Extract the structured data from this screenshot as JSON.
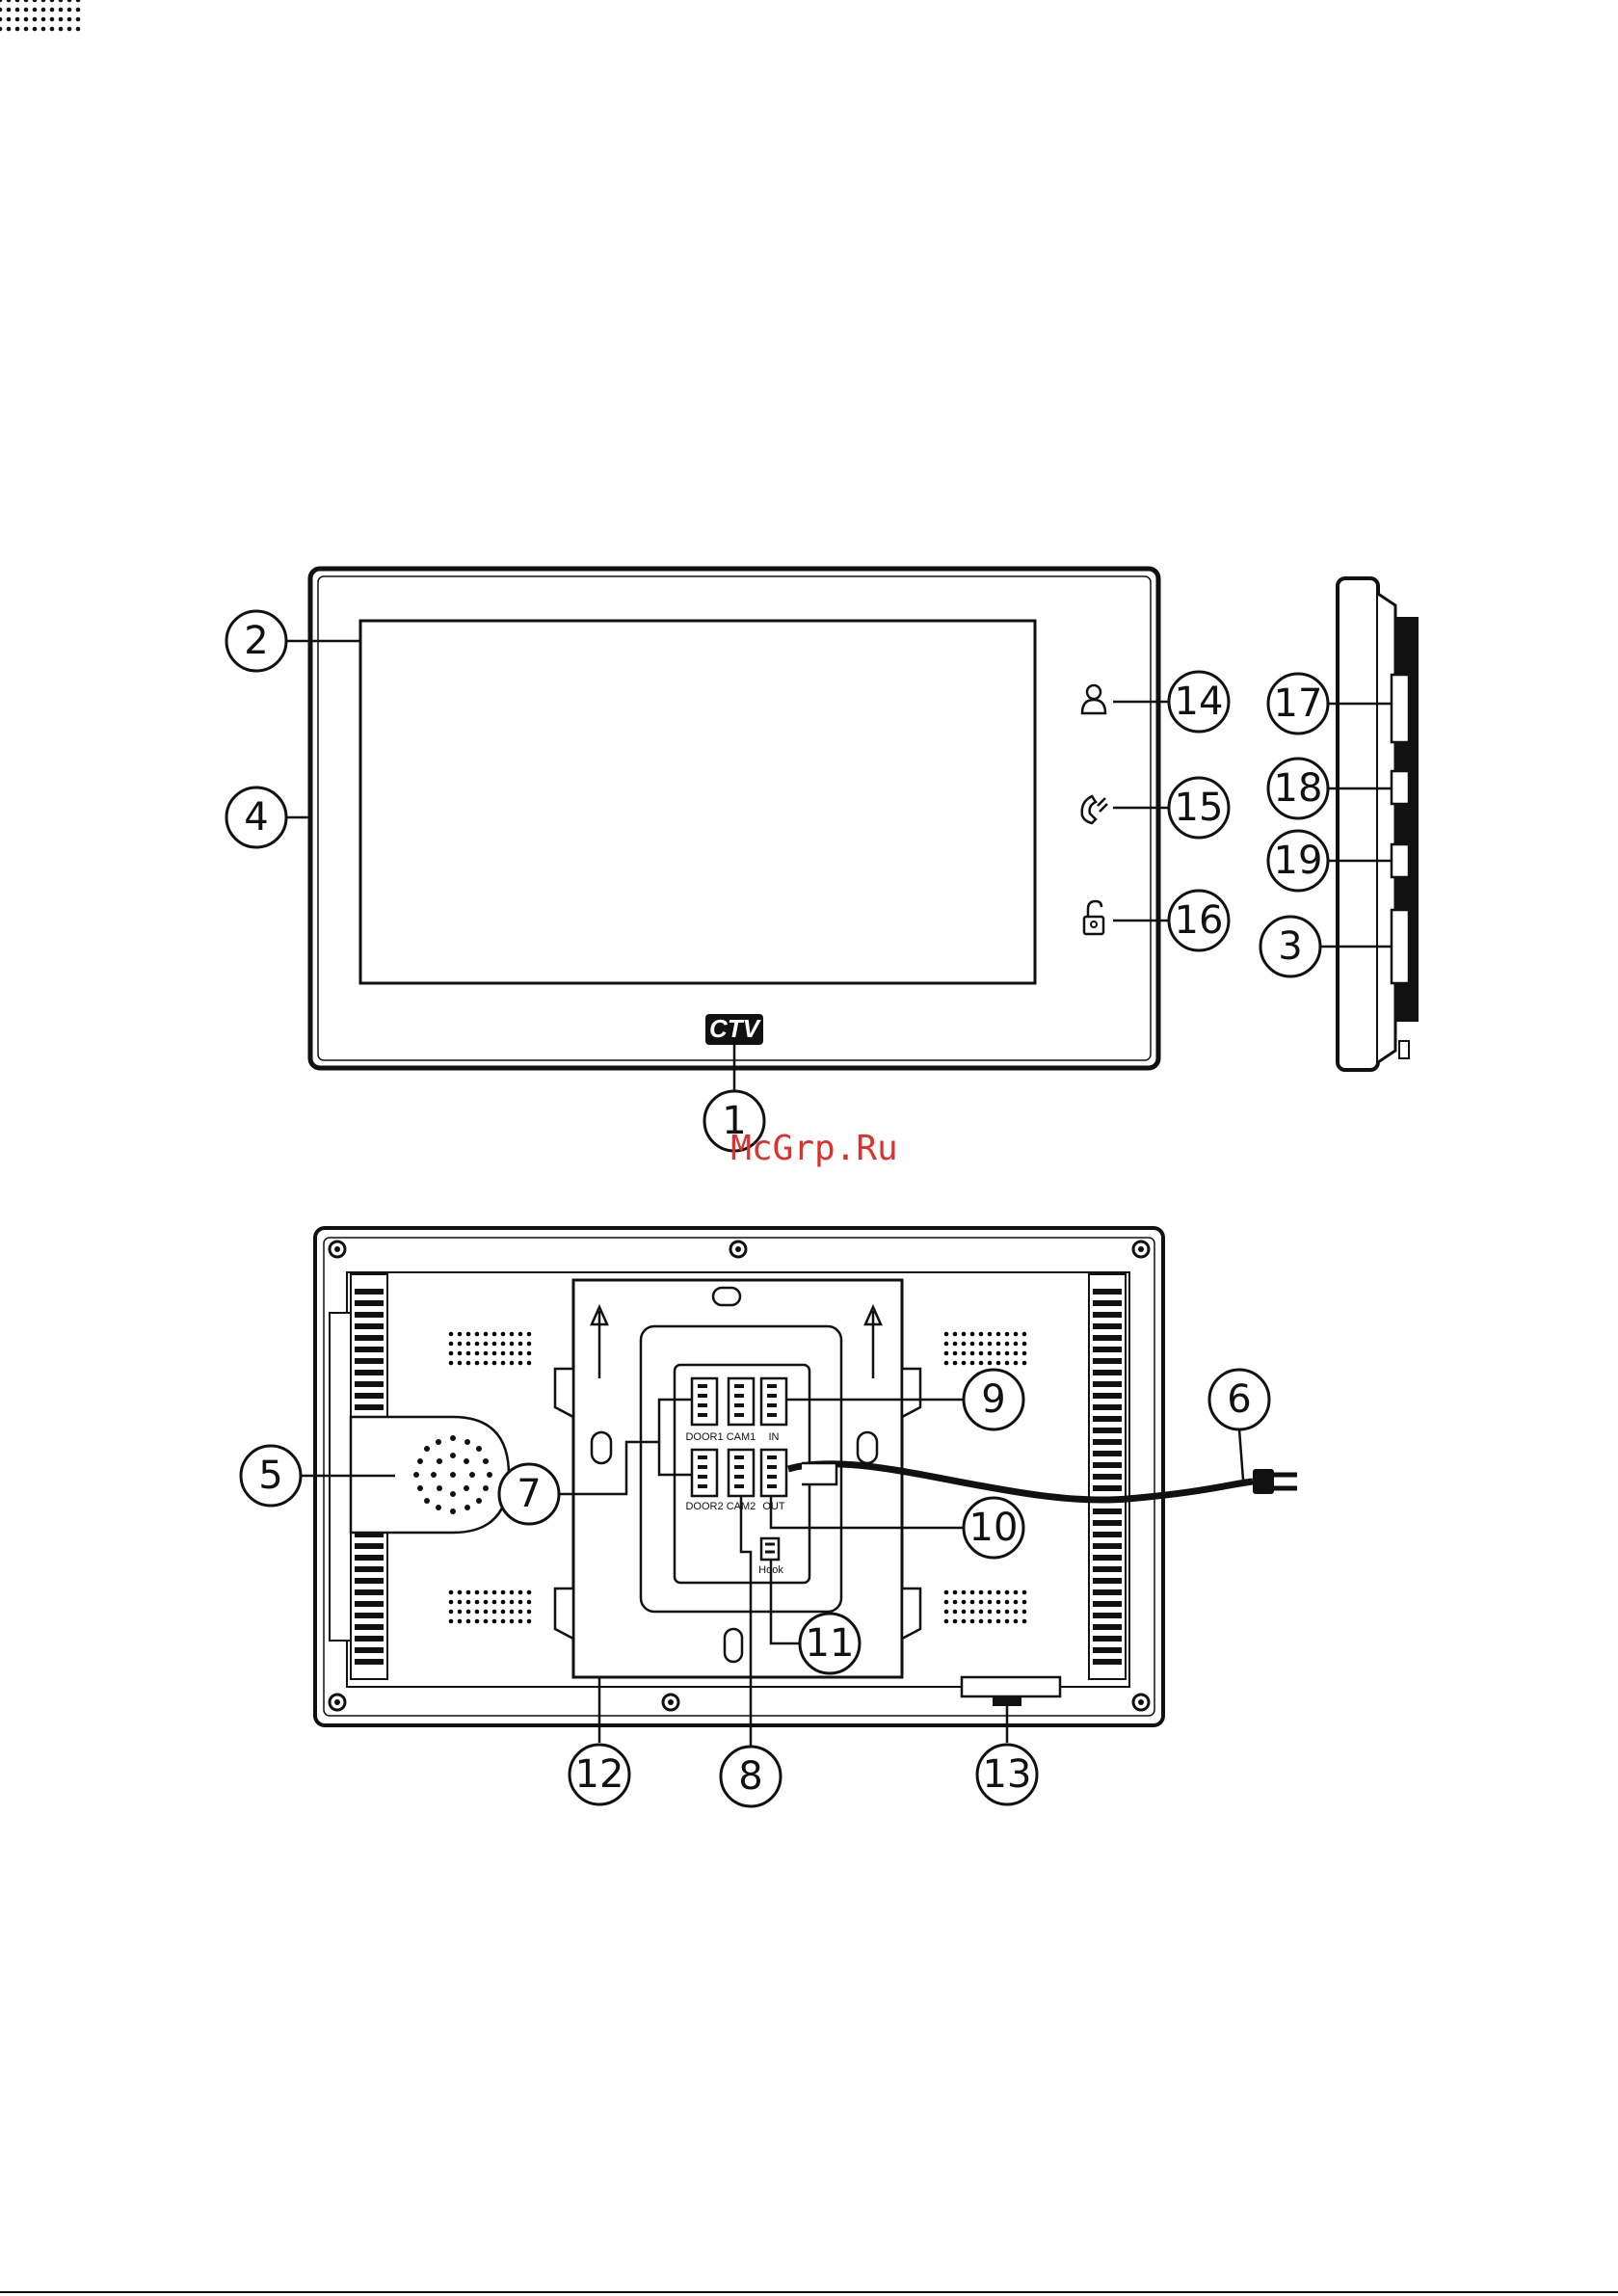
{
  "front": {
    "logo": "CTV",
    "callouts": {
      "c1": "1",
      "c2": "2",
      "c3": "3",
      "c4": "4",
      "c14": "14",
      "c15": "15",
      "c16": "16",
      "c17": "17",
      "c18": "18",
      "c19": "19"
    }
  },
  "watermark": "McGrp.Ru",
  "rear": {
    "ports": {
      "door1": "DOOR1",
      "cam1": "CAM1",
      "in": "IN",
      "door2": "DOOR2",
      "cam2": "CAM2",
      "out": "OUT",
      "hook": "Hook"
    },
    "callouts": {
      "c5": "5",
      "c6": "6",
      "c7": "7",
      "c8": "8",
      "c9": "9",
      "c10": "10",
      "c11": "11",
      "c12": "12",
      "c13": "13"
    }
  }
}
